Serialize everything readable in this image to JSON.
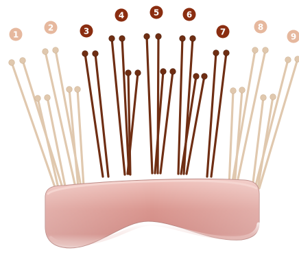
{
  "colors": {
    "light_hair": "#e0c8ae",
    "light_hair_shade": "#cdb193",
    "dark_hair": "#6f2e13",
    "dark_hair_shade": "#4e1e0a",
    "badge_light": "#e6b89e",
    "badge_dark": "#8a2d10",
    "skin_top": "#e9b3ad",
    "skin_mid": "#d4918b",
    "skin_low": "#e7c5c1",
    "skin_edge": "#b47a74",
    "background": "#ffffff"
  },
  "groups": [
    {
      "label": "1",
      "shade": "light"
    },
    {
      "label": "2",
      "shade": "light"
    },
    {
      "label": "3",
      "shade": "dark"
    },
    {
      "label": "4",
      "shade": "dark"
    },
    {
      "label": "5",
      "shade": "dark"
    },
    {
      "label": "6",
      "shade": "dark"
    },
    {
      "label": "7",
      "shade": "dark"
    },
    {
      "label": "8",
      "shade": "light"
    },
    {
      "label": "9",
      "shade": "light"
    }
  ]
}
